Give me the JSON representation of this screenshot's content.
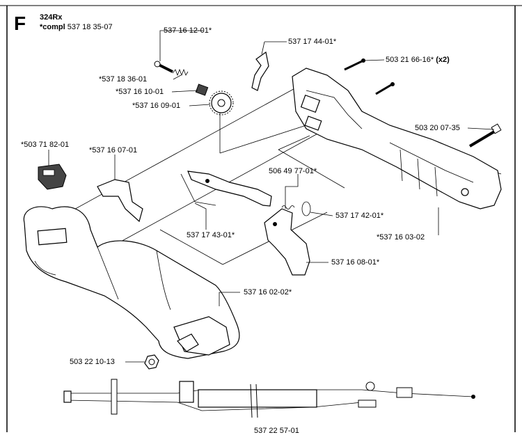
{
  "header": {
    "section_letter": "F",
    "model": "324Rx",
    "compl_prefix": "*compl",
    "compl_number": "537 18 35-07"
  },
  "labels": {
    "p537161201": "537 16 12-01*",
    "p537174401": "537 17 44-01*",
    "p503216616": "503 21 66-16*",
    "p503216616_qty": "(x2)",
    "p537183601": "*537 18 36-01",
    "p537161001": "*537 16 10-01",
    "p537160901": "*537 16 09-01",
    "p503200735": "503 20 07-35",
    "p503718201": "*503 71 82-01",
    "p537160701": "*537 16 07-01",
    "p506497701": "506 49 77-01*",
    "p537174201": "537 17 42-01*",
    "p537174301": "537 17 43-01*",
    "p537160302": "*537 16 03-02",
    "p537160801": "537 16 08-01*",
    "p537160202": "537 16 02-02*",
    "p503221013": "503 22 10-13",
    "p537225701": "537 22 57-01"
  }
}
